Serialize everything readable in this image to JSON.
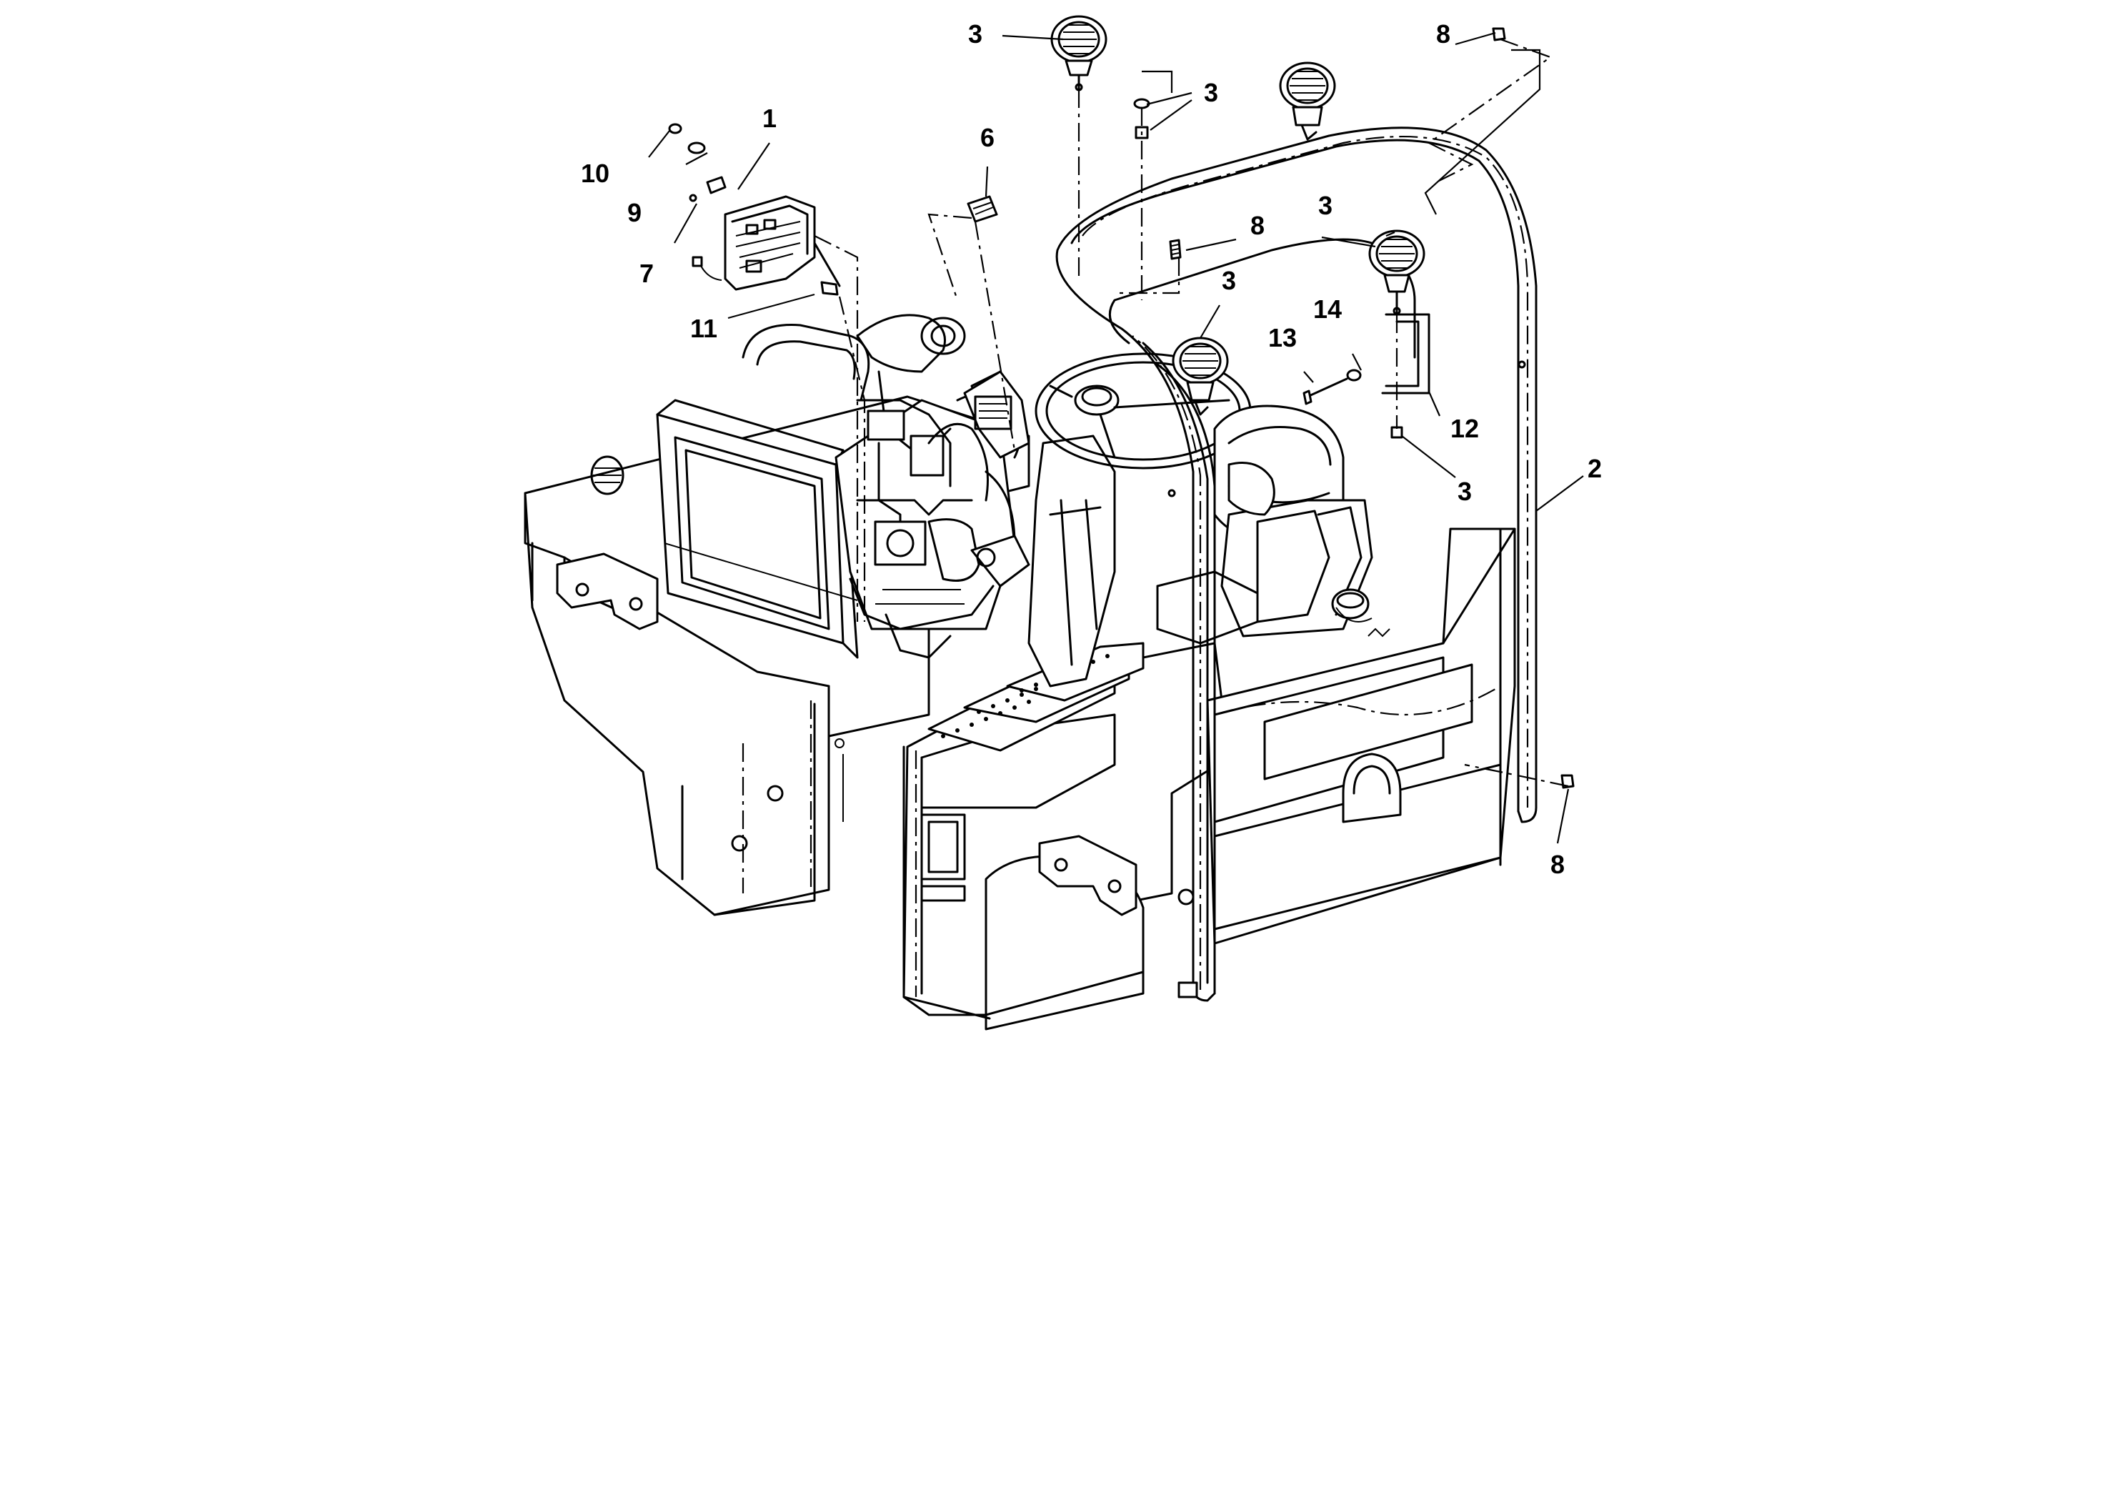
{
  "callouts": [
    {
      "id": "c1",
      "label": "1"
    },
    {
      "id": "c2",
      "label": "2"
    },
    {
      "id": "c3a",
      "label": "3"
    },
    {
      "id": "c3b",
      "label": "3"
    },
    {
      "id": "c3c",
      "label": "3"
    },
    {
      "id": "c3d",
      "label": "3"
    },
    {
      "id": "c3e",
      "label": "3"
    },
    {
      "id": "c6",
      "label": "6"
    },
    {
      "id": "c7",
      "label": "7"
    },
    {
      "id": "c8a",
      "label": "8"
    },
    {
      "id": "c8b",
      "label": "8"
    },
    {
      "id": "c8c",
      "label": "8"
    },
    {
      "id": "c9",
      "label": "9"
    },
    {
      "id": "c10",
      "label": "10"
    },
    {
      "id": "c11",
      "label": "11"
    },
    {
      "id": "c12",
      "label": "12"
    },
    {
      "id": "c13",
      "label": "13"
    },
    {
      "id": "c14",
      "label": "14"
    }
  ]
}
